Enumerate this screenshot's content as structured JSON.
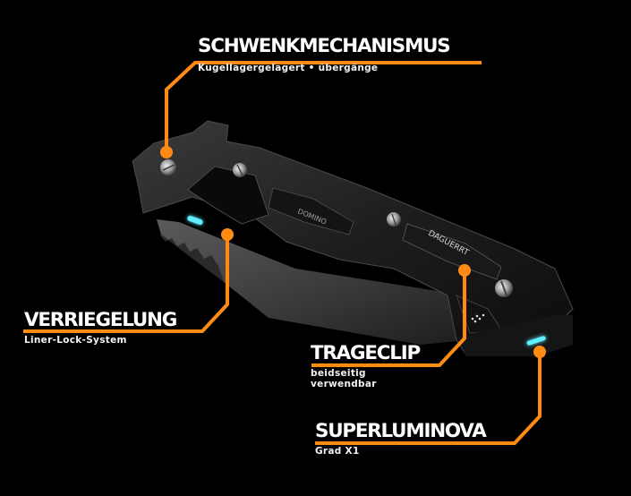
{
  "accent_color": "#ff8a14",
  "glow_color": "#3fe6ff",
  "product": {
    "type": "folding knife",
    "engravings": [
      "DOMINO",
      "DAGUERRT"
    ]
  },
  "callouts": [
    {
      "id": "schwenkmechanismus",
      "title": "SCHWENKMECHANISMUS",
      "subtitle": "Kugellagergelagert • übergänge"
    },
    {
      "id": "verriegelung",
      "title": "VERRIEGELUNG",
      "subtitle": "Liner-Lock-System"
    },
    {
      "id": "trageclip",
      "title": "TRAGECLIP",
      "subtitle_lines": [
        "beidseitig",
        "verwendbar"
      ]
    },
    {
      "id": "superluminova",
      "title": "SUPERLUMINOVA",
      "subtitle": "Grad X1"
    }
  ]
}
